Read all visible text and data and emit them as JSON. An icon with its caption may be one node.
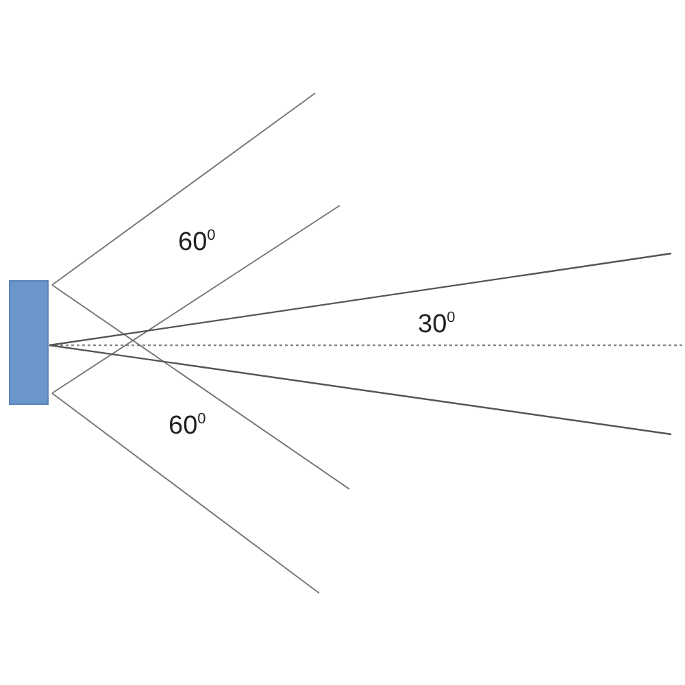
{
  "diagram": {
    "labels": [
      "60$^{0}$",
      "30$^{0}$",
      "60$^{0}$"
    ]
  }
}
